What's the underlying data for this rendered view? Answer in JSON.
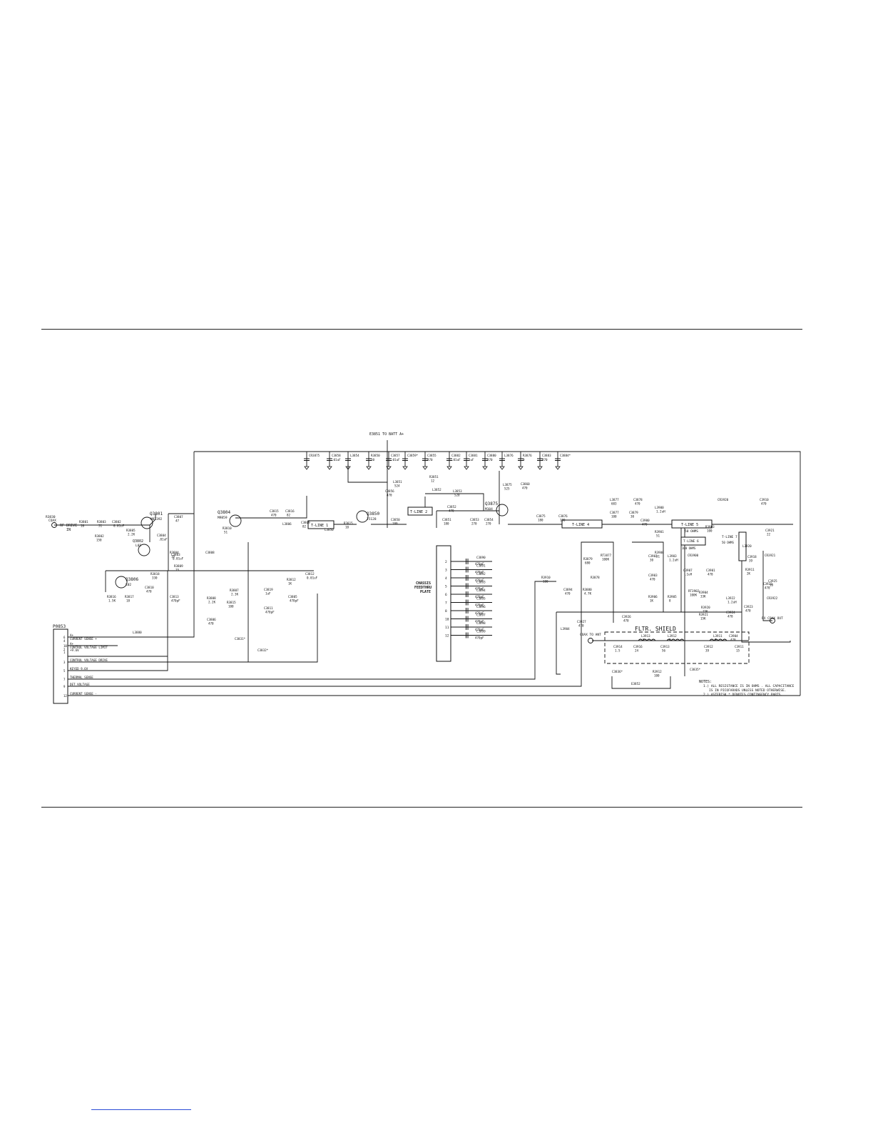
{
  "schematic": {
    "batt_label": "E3851 TO BATT A+",
    "input_ref": "R3830",
    "input_type": "COAX",
    "rf_drive_label": "RF DRIVE",
    "rf_drive_in": "IN",
    "chassis_label": [
      "CHASSIS",
      "FEEDTHRU",
      "PLATE"
    ],
    "filter_shield": "FLTR. SHIELD",
    "coax_to_ant": "COAX TO ANT",
    "rx_coax_out": "RX COAX OUT",
    "transistors": [
      {
        "ref": "Q3801",
        "part": "M82392"
      },
      {
        "ref": "Q3802",
        "part": "L01"
      },
      {
        "ref": "Q3806",
        "part": "L02"
      },
      {
        "ref": "Q3804",
        "part": "M9859"
      },
      {
        "ref": "Q3850",
        "part": "25128"
      },
      {
        "ref": "Q3875",
        "part": "M104"
      }
    ],
    "tlines": [
      {
        "id": "tl1",
        "label": "T-LINE 1"
      },
      {
        "id": "tl2",
        "label": "T-LINE 2"
      },
      {
        "id": "tl4",
        "label": "T-LINE 4"
      },
      {
        "id": "tl5",
        "label": "T-LINE 5",
        "sub": "50 OHMS"
      },
      {
        "id": "tl6",
        "label": "T-LINE 6",
        "sub": "100 OHMS"
      },
      {
        "id": "tl7",
        "label": "T-LINE 7",
        "sub": "50 OHMS"
      }
    ],
    "connector": {
      "ref": "P0853",
      "pins": [
        {
          "num": "6",
          "label": "A+"
        },
        {
          "num": "4",
          "label": "CURRENT SENSE +"
        },
        {
          "num": "10",
          "label": "A+"
        },
        {
          "num": "2",
          "label": "CONTROL VOLTAGE LIMIT"
        },
        {
          "num": "1",
          "label": "+9.6V"
        },
        {
          "num": "3",
          "label": "CONTROL VOLTAGE DRIVE"
        },
        {
          "num": "5",
          "label": "KEYED 9.6V"
        },
        {
          "num": "7",
          "label": "THERMAL SENSE"
        },
        {
          "num": "9",
          "label": "DET.VOLTAGE"
        },
        {
          "num": "12",
          "label": "CURRENT SENSE -"
        }
      ]
    },
    "feedthru": [
      {
        "pin": "2",
        "ref": "C3890",
        "val": "470pF"
      },
      {
        "pin": "3",
        "ref": "C3891",
        "val": "470pF"
      },
      {
        "pin": "4",
        "ref": "C3892",
        "val": "470pF"
      },
      {
        "pin": "5",
        "ref": "C3893",
        "val": "470pF"
      },
      {
        "pin": "6",
        "ref": "C3894",
        "val": "470pF"
      },
      {
        "pin": "7",
        "ref": "C3895",
        "val": "470pF"
      },
      {
        "pin": "8",
        "ref": "C3896",
        "val": "470pF"
      },
      {
        "pin": "10",
        "ref": "C3897",
        "val": "470pF"
      },
      {
        "pin": "11",
        "ref": "C3898",
        "val": "470pF"
      },
      {
        "pin": "12",
        "ref": "C3899",
        "val": "470pF"
      }
    ],
    "top_rail": [
      {
        "ref": "CR3875",
        "val": ""
      },
      {
        "ref": "C3858",
        "val": ".01uF"
      },
      {
        "ref": "L3854",
        "val": ""
      },
      {
        "ref": "R3850",
        "val": "10"
      },
      {
        "ref": "C3857",
        "val": ".01uF"
      },
      {
        "ref": "C3859*",
        "val": ""
      },
      {
        "ref": "C3855",
        "val": "470"
      },
      {
        "ref": "C3882",
        "val": ".01uF"
      },
      {
        "ref": "C3881",
        "val": "1uF"
      },
      {
        "ref": "C3880",
        "val": "470"
      },
      {
        "ref": "L3876",
        "val": ""
      },
      {
        "ref": "R3876",
        "val": "0"
      },
      {
        "ref": "C3883",
        "val": "470"
      },
      {
        "ref": "C3884*",
        "val": ""
      }
    ],
    "parts": [
      {
        "ref": "R3801",
        "val": "10"
      },
      {
        "ref": "R3803",
        "val": "51"
      },
      {
        "ref": "C3802",
        "val": "0.01uF"
      },
      {
        "ref": "R3802",
        "val": "150"
      },
      {
        "ref": "R3805",
        "val": "2.2K"
      },
      {
        "ref": "C3804",
        "val": ".01uF"
      },
      {
        "ref": "C3803",
        "val": "0.01uF"
      },
      {
        "ref": "R3804",
        "val": "10"
      },
      {
        "ref": "R3809",
        "val": "15"
      },
      {
        "ref": "C3807",
        "val": "47"
      },
      {
        "ref": "C3812",
        "val": "0.01uF"
      },
      {
        "ref": "R3812",
        "val": "1K"
      },
      {
        "ref": "R3818",
        "val": "330"
      },
      {
        "ref": "C3810",
        "val": "470"
      },
      {
        "ref": "C3813",
        "val": "470pF"
      },
      {
        "ref": "R3816",
        "val": "1.5K"
      },
      {
        "ref": "R3817",
        "val": "18"
      },
      {
        "ref": "C3808",
        "val": ""
      },
      {
        "ref": "R3810",
        "val": "51"
      },
      {
        "ref": "C3815",
        "val": "470"
      },
      {
        "ref": "C3816",
        "val": "82"
      },
      {
        "ref": "L3806",
        "val": ""
      },
      {
        "ref": "C3809",
        "val": "82"
      },
      {
        "ref": "C3805",
        "val": "470pF"
      },
      {
        "ref": "R3807",
        "val": "2.3K"
      },
      {
        "ref": "R3808",
        "val": "2.2K"
      },
      {
        "ref": "C3806",
        "val": "470"
      },
      {
        "ref": "R3815",
        "val": "100"
      },
      {
        "ref": "C3819",
        "val": "1uF"
      },
      {
        "ref": "C3811",
        "val": "470pF"
      },
      {
        "ref": "C3832*",
        "val": ""
      },
      {
        "ref": "C3831*",
        "val": ""
      },
      {
        "ref": "L3850",
        "val": ""
      },
      {
        "ref": "R3815",
        "val": "10"
      },
      {
        "ref": "C3850",
        "val": "180"
      },
      {
        "ref": "L3851",
        "val": "524"
      },
      {
        "ref": "C3856",
        "val": "470"
      },
      {
        "ref": "R3851",
        "val": "12"
      },
      {
        "ref": "L3852",
        "val": ""
      },
      {
        "ref": "L3853",
        "val": "520"
      },
      {
        "ref": "C3852",
        "val": "470"
      },
      {
        "ref": "C3851",
        "val": "180"
      },
      {
        "ref": "C3853",
        "val": "270"
      },
      {
        "ref": "C3854",
        "val": "270"
      },
      {
        "ref": "L3875",
        "val": "525"
      },
      {
        "ref": "C3860",
        "val": "470"
      },
      {
        "ref": "C3875",
        "val": "180"
      },
      {
        "ref": "C3876",
        "val": "180"
      },
      {
        "ref": "L3877",
        "val": "603"
      },
      {
        "ref": "C3877",
        "val": "100"
      },
      {
        "ref": "C3878",
        "val": "470"
      },
      {
        "ref": "C3879",
        "val": "30"
      },
      {
        "ref": "L3900",
        "val": "1.2uH"
      },
      {
        "ref": "C3900",
        "val": "470"
      },
      {
        "ref": "R3901",
        "val": "51"
      },
      {
        "ref": "R3900",
        "val": "51"
      },
      {
        "ref": "CR3920",
        "val": ""
      },
      {
        "ref": "C3910",
        "val": "470"
      },
      {
        "ref": "R3903",
        "val": "100"
      },
      {
        "ref": "C3902",
        "val": "30"
      },
      {
        "ref": "C3903",
        "val": "470"
      },
      {
        "ref": "L3903",
        "val": "1.2uH"
      },
      {
        "ref": "CR3900",
        "val": ""
      },
      {
        "ref": "C3907",
        "val": ".1uH"
      },
      {
        "ref": "C3901",
        "val": "470"
      },
      {
        "ref": "R3906",
        "val": "1K"
      },
      {
        "ref": "R3905",
        "val": "8"
      },
      {
        "ref": "RT3902",
        "val": "100K"
      },
      {
        "ref": "R3904",
        "val": "33K"
      },
      {
        "ref": "R3920",
        "val": "15K"
      },
      {
        "ref": "R3921",
        "val": "15K"
      },
      {
        "ref": "L3920",
        "val": ""
      },
      {
        "ref": "C3921",
        "val": "22"
      },
      {
        "ref": "CR3921",
        "val": ""
      },
      {
        "ref": "C3918",
        "val": "39"
      },
      {
        "ref": "R3911",
        "val": "2K"
      },
      {
        "ref": "C3922",
        "val": "470"
      },
      {
        "ref": "C3925",
        "val": "18"
      },
      {
        "ref": "L3922",
        "val": "1.2uH"
      },
      {
        "ref": "CR3922",
        "val": ""
      },
      {
        "ref": "C3923",
        "val": "470"
      },
      {
        "ref": "C3924",
        "val": "470"
      },
      {
        "ref": "R3879",
        "val": "680"
      },
      {
        "ref": "RT3877",
        "val": "100K"
      },
      {
        "ref": "R3878",
        "val": ""
      },
      {
        "ref": "R3910",
        "val": "100"
      },
      {
        "ref": "C3894",
        "val": "470"
      },
      {
        "ref": "R3880",
        "val": "4.7K"
      },
      {
        "ref": "C3927",
        "val": "470"
      },
      {
        "ref": "C3926",
        "val": "470"
      },
      {
        "ref": "L3904",
        "val": ""
      },
      {
        "ref": "L3880",
        "val": ""
      },
      {
        "ref": "C3914",
        "val": "1.5"
      },
      {
        "ref": "C3916",
        "val": "24"
      },
      {
        "ref": "L3913",
        "val": "8"
      },
      {
        "ref": "C3913",
        "val": "56"
      },
      {
        "ref": "L3912",
        "val": "8"
      },
      {
        "ref": "C3912",
        "val": "39"
      },
      {
        "ref": "L3911",
        "val": "9"
      },
      {
        "ref": "C3911",
        "val": "15"
      },
      {
        "ref": "C3904",
        "val": "470"
      },
      {
        "ref": "C3835*",
        "val": ""
      },
      {
        "ref": "C3836*",
        "val": ""
      },
      {
        "ref": "R3912",
        "val": "100"
      },
      {
        "ref": "E3852",
        "val": ""
      },
      {
        "ref": "E3851",
        "val": ""
      }
    ],
    "notes_title": "NOTES:",
    "notes": [
      "1.) ALL RESISTANCE IS IN OHMS . ALL CAPACITANCE",
      "IS IN PICOFARADS UNLESS NOTED OTHERWISE.",
      "2.) ASTERISK * DENOTES CONTINGENCY PARTS."
    ]
  }
}
